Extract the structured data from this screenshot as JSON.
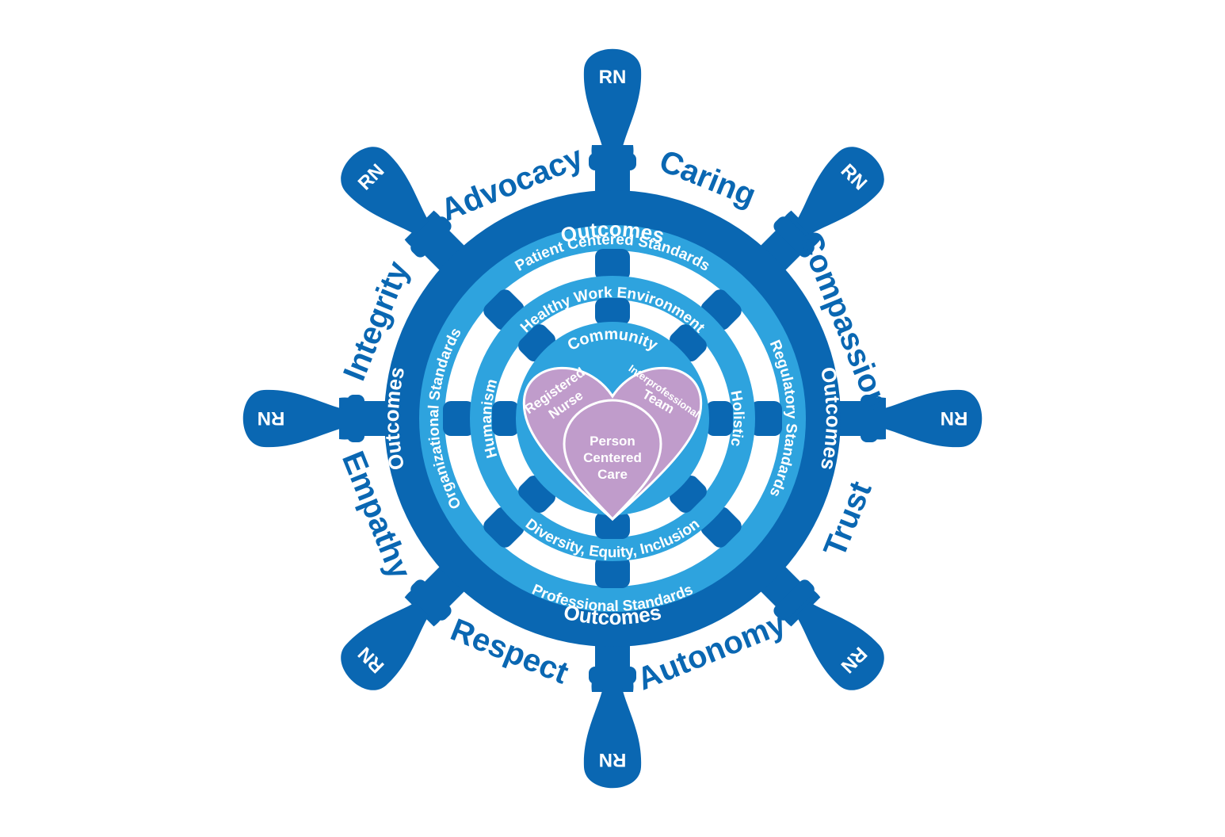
{
  "colors": {
    "dark_blue": "#0a67b2",
    "light_blue": "#2ea3de",
    "heart_purple": "#c09ccb",
    "white": "#ffffff"
  },
  "handles": {
    "label": "RN"
  },
  "values": {
    "advocacy": "Advocacy",
    "caring": "Caring",
    "compassion": "Compassion",
    "trust": "Trust",
    "autonomy": "Autonomy",
    "respect": "Respect",
    "empathy": "Empathy",
    "integrity": "Integrity"
  },
  "outer_ring": {
    "top": "Outcomes",
    "right": "Outcomes",
    "bottom": "Outcomes",
    "left": "Outcomes"
  },
  "standards_ring": {
    "top": "Patient Centered Standards",
    "right": "Regulatory Standards",
    "bottom": "Professional Standards",
    "left": "Organizational Standards"
  },
  "environment_ring": {
    "top": "Healthy Work Environment",
    "right": "Holistic",
    "bottom": "Diversity, Equity, Inclusion",
    "left": "Humanism"
  },
  "core": {
    "community": "Community",
    "registered": "Registered",
    "nurse": "Nurse",
    "interprofessional": "Interprofessional",
    "team": "Team",
    "person": "Person",
    "centered": "Centered",
    "care": "Care"
  }
}
